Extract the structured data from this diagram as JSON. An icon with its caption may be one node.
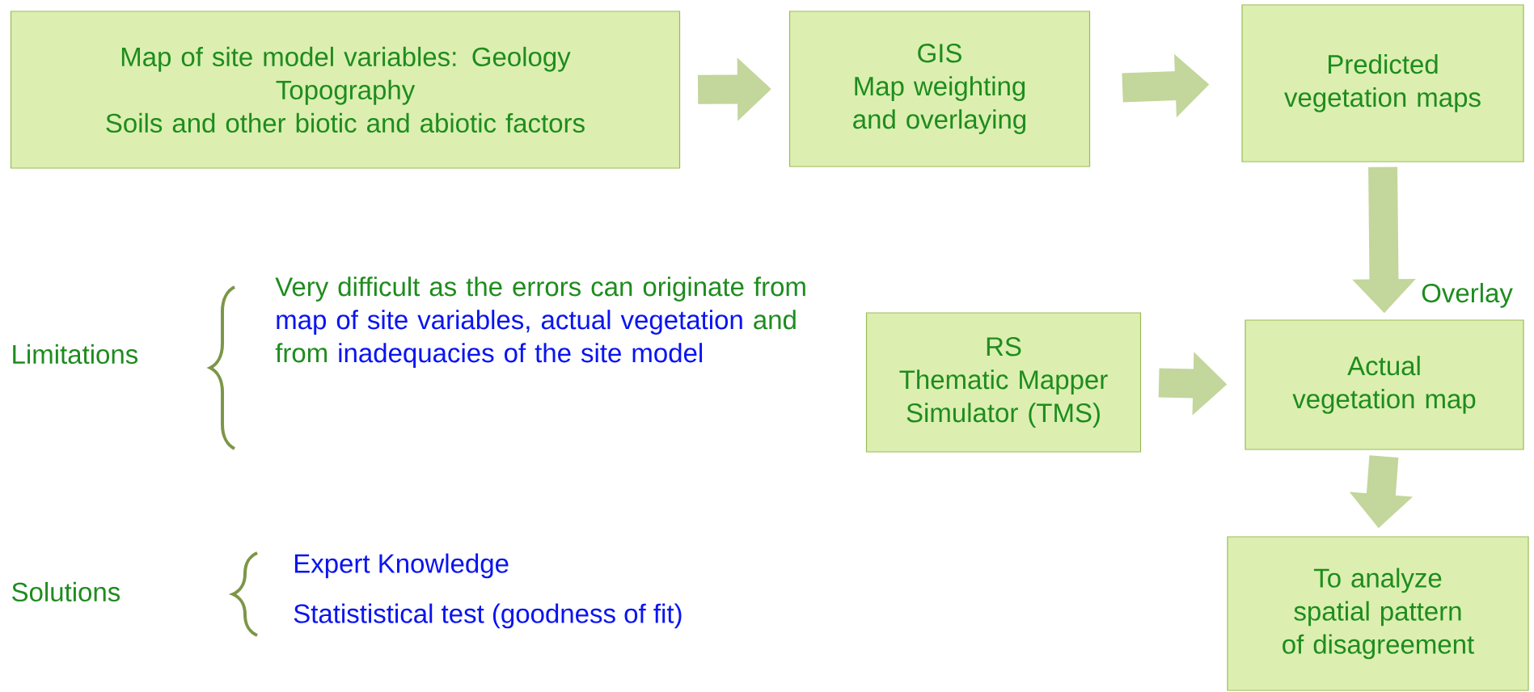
{
  "diagram": {
    "nodes": [
      {
        "text": [
          "Map of site model variables: Geology",
          "Topography",
          "Soils and other biotic and abiotic factors"
        ]
      },
      {
        "text": [
          "GIS",
          "Map weighting and overlaying"
        ]
      },
      {
        "text": [
          "Predicted vegetation maps"
        ]
      },
      {
        "text": [
          "RS",
          "Thematic Mapper Simulator (TMS)"
        ]
      },
      {
        "text": [
          "Actual vegetation map"
        ]
      },
      {
        "text": [
          "To analyze spatial pattern of disagreement"
        ]
      }
    ],
    "edges": [
      {
        "from": 0,
        "to": 1,
        "arrow": "to"
      },
      {
        "from": 1,
        "to": 2,
        "arrow": "to"
      },
      {
        "from": 2,
        "to": 4,
        "arrow": "to",
        "label": "Overlay"
      },
      {
        "from": 3,
        "to": 4,
        "arrow": "to"
      },
      {
        "from": 4,
        "to": 5,
        "arrow": "to"
      }
    ],
    "labels": [
      "Limitations",
      "Very difficult as the errors can originate from",
      "map of site variables,",
      "actual vegetation",
      "and from",
      "inadequacies of the site model",
      "Solutions",
      "Expert Knowledge",
      "Statististical test (goodness of fit)"
    ]
  }
}
